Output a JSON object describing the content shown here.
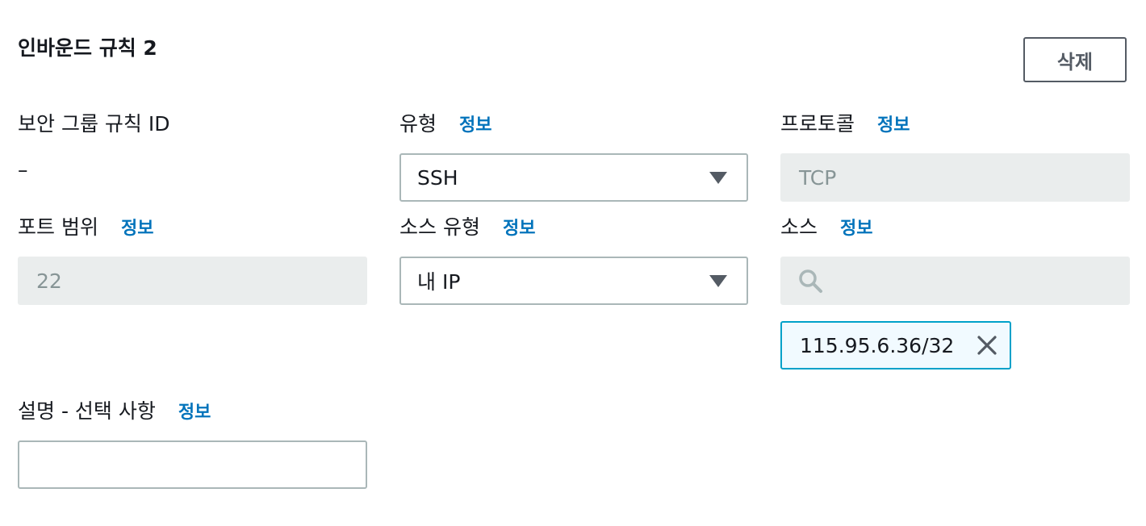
{
  "rule": {
    "title": "인바운드 규칙 2",
    "delete_label": "삭제"
  },
  "info_link": "정보",
  "fields": {
    "sg_rule_id": {
      "label": "보안 그룹 규칙 ID",
      "value": "–"
    },
    "type": {
      "label": "유형",
      "value": "SSH"
    },
    "protocol": {
      "label": "프로토콜",
      "value": "TCP"
    },
    "port_range": {
      "label": "포트 범위",
      "value": "22"
    },
    "source_type": {
      "label": "소스 유형",
      "value": "내 IP"
    },
    "source": {
      "label": "소스",
      "search_value": "",
      "tokens": [
        "115.95.6.36/32"
      ]
    },
    "description": {
      "label": "설명 - 선택 사항",
      "value": ""
    }
  },
  "colors": {
    "link": "#0073bb",
    "text": "#16191f",
    "disabled_bg": "#eaeded",
    "disabled_text": "#879596",
    "border": "#aab7b8",
    "token_bg": "#f1faff",
    "token_border": "#00a1c9"
  },
  "icons": {
    "dropdown": "caret-down-icon",
    "search": "search-icon",
    "remove_token": "close-icon"
  }
}
